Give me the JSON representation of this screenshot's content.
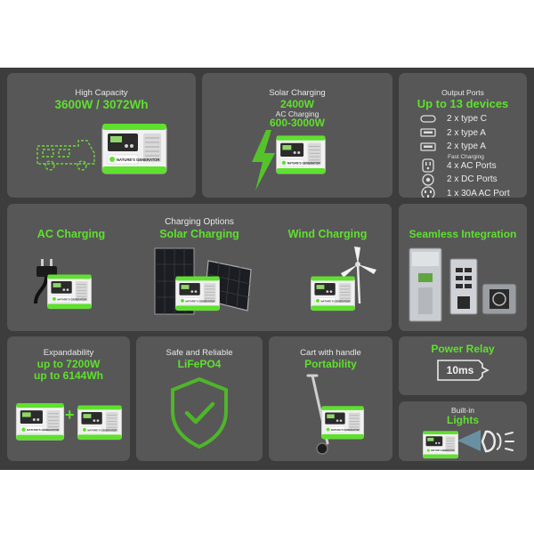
{
  "cards": {
    "capacity": {
      "label": "High Capacity",
      "value": "3600W / 3072Wh"
    },
    "solar": {
      "label1": "Solar Charging",
      "value1": "2400W",
      "label2": "AC Charging",
      "value2": "600-3000W"
    },
    "output": {
      "label": "Output Ports",
      "title": "Up to 13 devices",
      "ports": [
        "2 x type C",
        "2 x type A",
        "2 x type A",
        "4 x AC Ports",
        "2 x DC Ports",
        "1 x 30A AC Port"
      ],
      "port_note": "Fast Charging"
    },
    "charging": {
      "header": "Charging Options",
      "ac": "AC Charging",
      "solar": "Solar Charging",
      "wind": "Wind Charging"
    },
    "integration": {
      "title": "Seamless Integration"
    },
    "expand": {
      "label": "Expandability",
      "value1": "up to 7200W",
      "value2": "up to 6144Wh",
      "plus": "+"
    },
    "safe": {
      "label": "Safe and Reliable",
      "value": "LiFePO4"
    },
    "cart": {
      "label": "Cart with handle",
      "value": "Portability"
    },
    "relay": {
      "title": "Power Relay",
      "value": "10ms"
    },
    "lights": {
      "label": "Built-in",
      "value": "Lights"
    }
  },
  "product_brand": "NATURE'S GENERATOR",
  "colors": {
    "background": "#3d3d3d",
    "card": "#575757",
    "accent": "#5fe02e",
    "text": "#e9e9e9"
  }
}
